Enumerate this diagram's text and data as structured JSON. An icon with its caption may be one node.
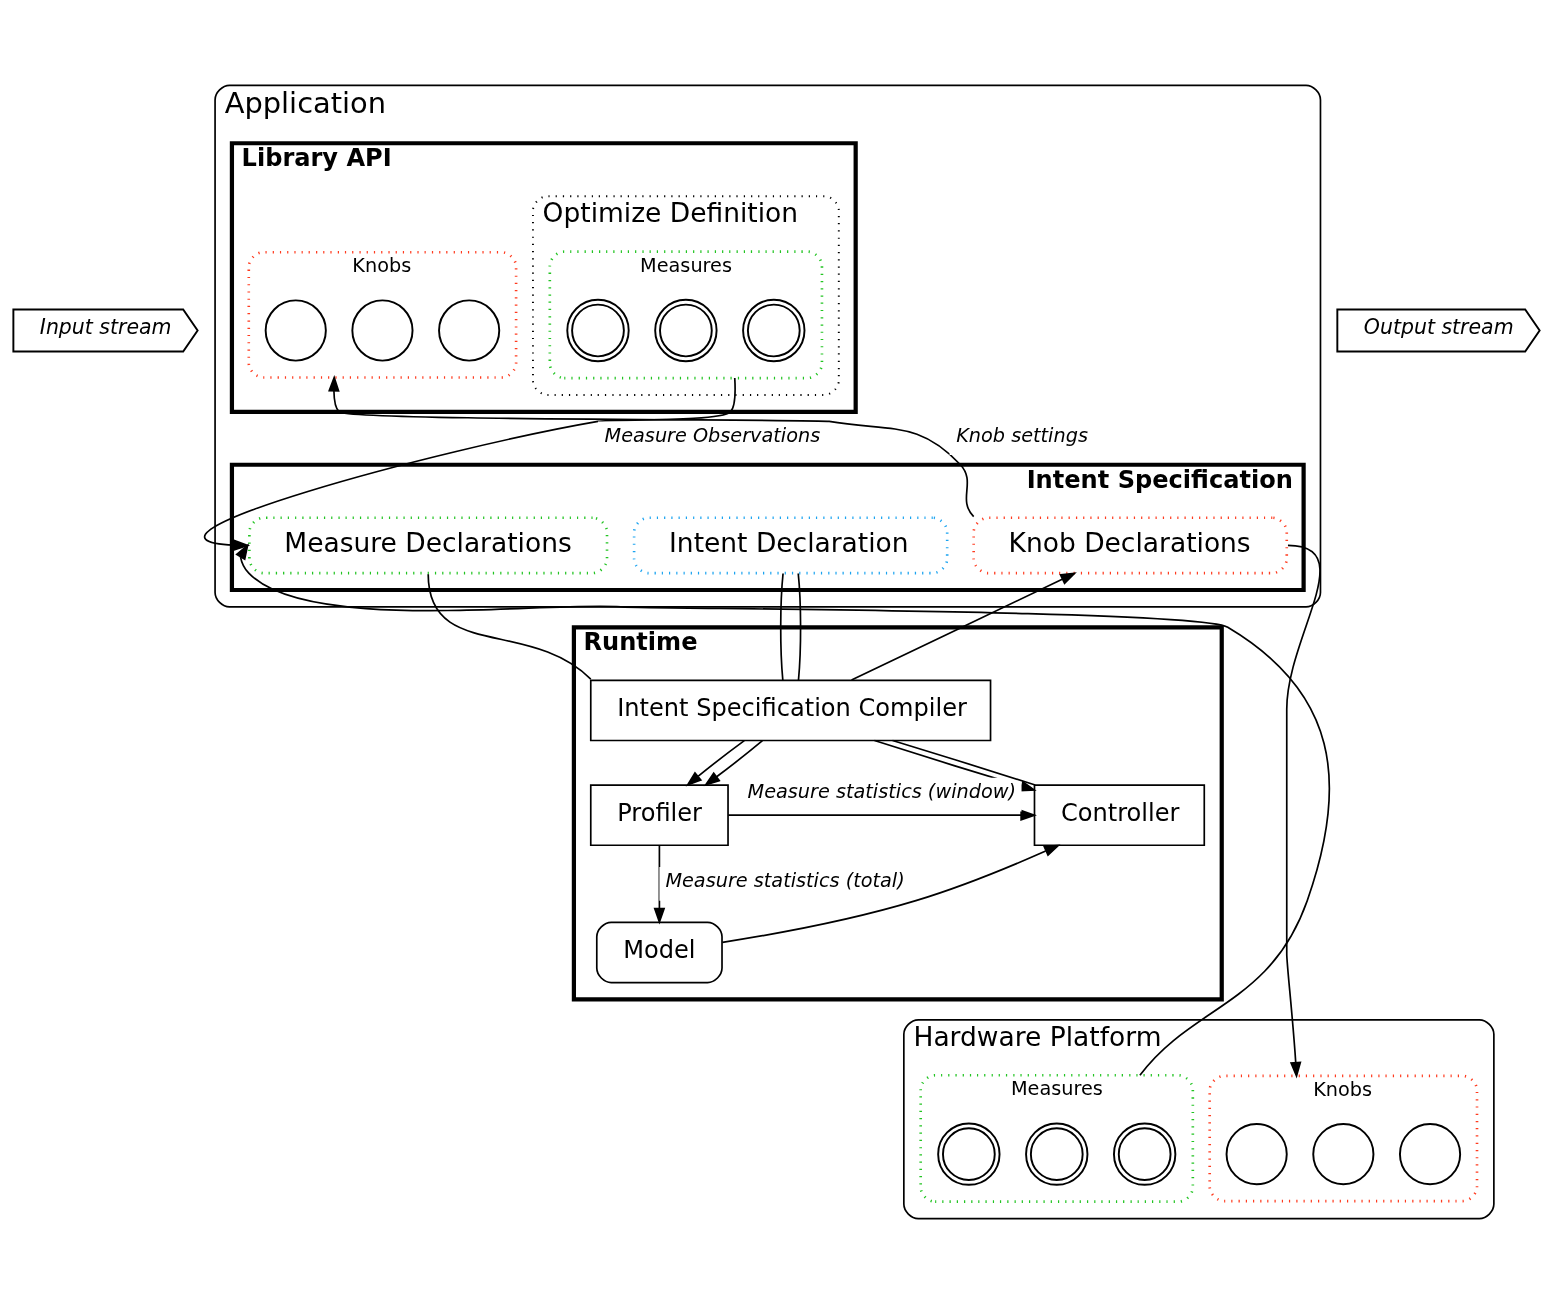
{
  "diagram": {
    "nodes": [
      {
        "text": [
          "Application"
        ]
      },
      {
        "text": [
          "Library API"
        ],
        "in": 0
      },
      {
        "text": [
          "Optimize Definition"
        ],
        "in": 1
      },
      {
        "text": [
          "Measures"
        ],
        "in": 2
      },
      {
        "text": [],
        "shape": "gauge",
        "in": 3
      },
      {
        "text": [],
        "shape": "gauge",
        "in": 3
      },
      {
        "text": [],
        "shape": "gauge",
        "in": 3
      },
      {
        "text": [
          "Knobs"
        ],
        "in": 1
      },
      {
        "text": [],
        "shape": "knob",
        "in": 7
      },
      {
        "text": [],
        "shape": "knob",
        "in": 7
      },
      {
        "text": [],
        "shape": "knob",
        "in": 7
      },
      {
        "text": [
          "Intent Specification"
        ],
        "in": 0
      },
      {
        "text": [
          "Measure Declarations"
        ],
        "in": 11
      },
      {
        "text": [
          "Intent Declaration"
        ],
        "in": 11
      },
      {
        "text": [
          "Knob Declarations"
        ],
        "in": 11
      },
      {
        "text": [
          "Runtime"
        ]
      },
      {
        "text": [
          "Intent Specification Compiler"
        ],
        "in": 15
      },
      {
        "text": [
          "Profiler"
        ],
        "in": 15
      },
      {
        "text": [
          "Controller"
        ],
        "in": 15
      },
      {
        "text": [
          "Model"
        ],
        "in": 15
      },
      {
        "text": [
          "Hardware Platform"
        ]
      },
      {
        "text": [
          "Measures"
        ],
        "in": 20
      },
      {
        "text": [],
        "shape": "gauge",
        "in": 21
      },
      {
        "text": [],
        "shape": "gauge",
        "in": 21
      },
      {
        "text": [],
        "shape": "gauge",
        "in": 21
      },
      {
        "text": [
          "Knobs"
        ],
        "in": 20
      },
      {
        "text": [],
        "shape": "knob",
        "in": 25
      },
      {
        "text": [],
        "shape": "knob",
        "in": 25
      },
      {
        "text": [],
        "shape": "knob",
        "in": 25
      },
      {
        "text": [
          "Input stream"
        ]
      },
      {
        "text": [
          "Output stream"
        ]
      }
    ],
    "edges": [
      {
        "from": 3,
        "to": 12,
        "arrow": "to",
        "label": "Measure Observations"
      },
      {
        "from": 21,
        "to": 12,
        "arrow": "to"
      },
      {
        "from": 14,
        "to": 7,
        "arrow": "to",
        "label": "Knob settings"
      },
      {
        "from": 14,
        "to": 25,
        "arrow": "to"
      },
      {
        "from": 12,
        "to": 16,
        "arrow": "none"
      },
      {
        "from": 13,
        "to": 16,
        "arrow": "none"
      },
      {
        "from": 13,
        "to": 16,
        "arrow": "none"
      },
      {
        "from": 16,
        "to": 17,
        "arrow": "to"
      },
      {
        "from": 16,
        "to": 17,
        "arrow": "to"
      },
      {
        "from": 16,
        "to": 18,
        "arrow": "to"
      },
      {
        "from": 18,
        "to": 16,
        "arrow": "none"
      },
      {
        "from": 16,
        "to": 14,
        "arrow": "to"
      },
      {
        "from": 17,
        "to": 18,
        "arrow": "to",
        "label": "Measure statistics (window)"
      },
      {
        "from": 17,
        "to": 19,
        "arrow": "to",
        "label": "Measure statistics (total)"
      },
      {
        "from": 19,
        "to": 18,
        "arrow": "to"
      }
    ]
  }
}
